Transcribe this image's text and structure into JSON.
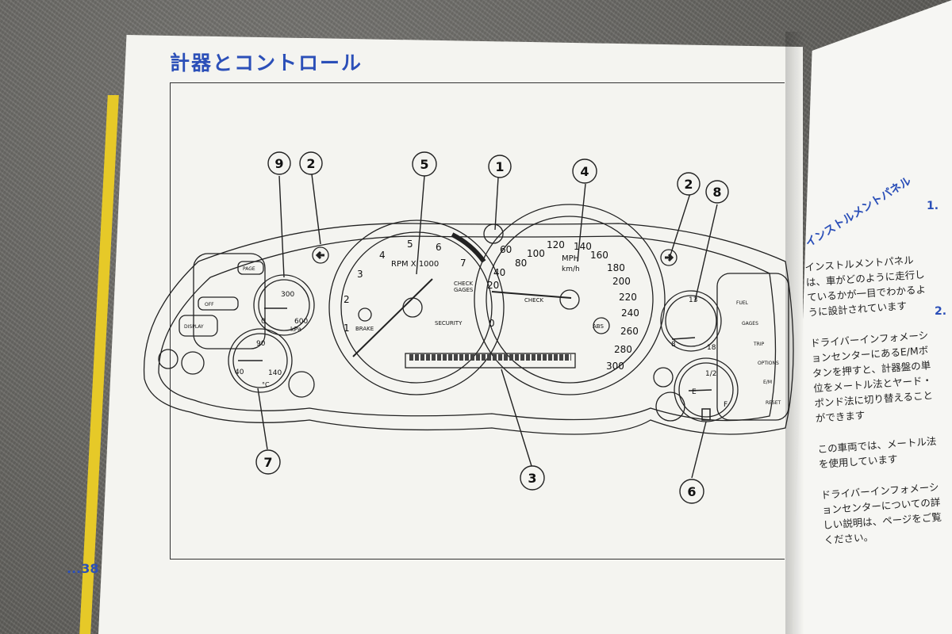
{
  "page_title": "計器とコントロール",
  "page_number": "...38",
  "callouts": [
    "1",
    "2",
    "3",
    "4",
    "5",
    "6",
    "7",
    "8",
    "9"
  ],
  "tach": {
    "ticks": [
      "1",
      "2",
      "3",
      "4",
      "5",
      "6",
      "7"
    ],
    "unit": "RPM X 1000",
    "brake": "BRAKE",
    "check_gages": [
      "CHECK",
      "GAGES"
    ],
    "security": "SECURITY"
  },
  "speedo": {
    "ticks": [
      "0",
      "20",
      "40",
      "60",
      "80",
      "100",
      "120",
      "140",
      "160",
      "180",
      "200",
      "220",
      "240",
      "260",
      "280",
      "300"
    ],
    "unit_a": "MPH",
    "unit_b": "km/h",
    "check": "CHECK",
    "abs": "ABS"
  },
  "oil_pressure": {
    "ticks": [
      "0",
      "300",
      "600"
    ],
    "unit": "kPa"
  },
  "coolant": {
    "ticks": [
      "40",
      "90",
      "140"
    ],
    "unit": "°C"
  },
  "voltmeter": {
    "ticks": [
      "8",
      "13",
      "18"
    ]
  },
  "fuel": {
    "ticks": [
      "E",
      "1/2",
      "F"
    ]
  },
  "left_controls": {
    "page": "PAGE",
    "off": "OFF",
    "display": "DISPLAY"
  },
  "dic_buttons": [
    "FUEL",
    "GAGES",
    "TRIP",
    "OPTIONS",
    "E/M",
    "RESET"
  ],
  "right_page": {
    "heading": "インストルメントパネル",
    "paragraphs": [
      "インストルメントパネルは、車がどのように走行しているかが一目でわかるように設計されています",
      "ドライバーインフォメーションセンターにあるE/Mボタンを押すと、計器盤の単位をメートル法とヤード・ポンド法に切り替えることができます",
      "この車両では、メートル法を使用しています",
      "ドライバーインフォメーションセンターについての詳しい説明は、ページをご覧ください。"
    ],
    "side_numbers": [
      "1.",
      "2."
    ]
  }
}
